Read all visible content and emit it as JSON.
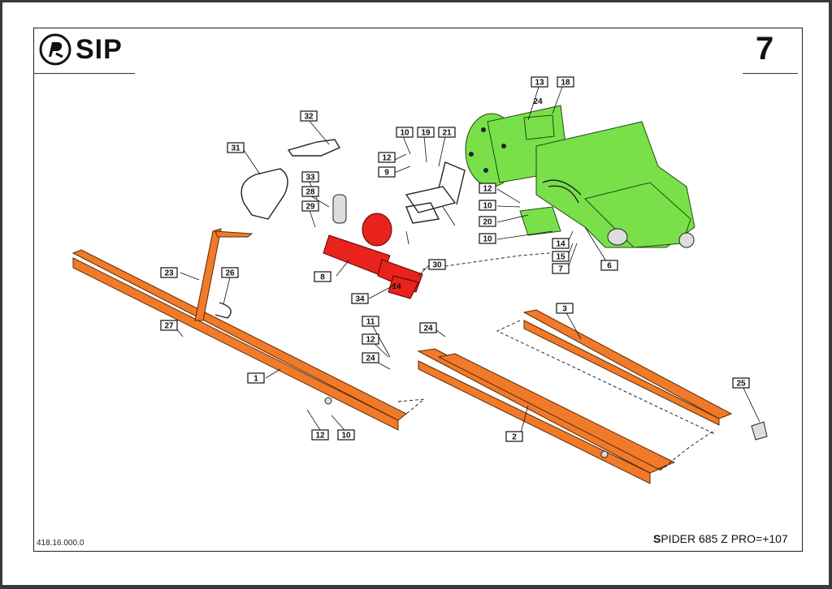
{
  "brand": {
    "name": "SIP"
  },
  "page_number": "7",
  "doc_code": "418.16.000.0",
  "model": {
    "prefix": "S",
    "rest": "PIDER 685 Z PRO=+107"
  },
  "callouts": [
    "13",
    "18",
    "24",
    "32",
    "31",
    "10",
    "19",
    "21",
    "12",
    "9",
    "33",
    "28",
    "29",
    "12",
    "10",
    "20",
    "10",
    "8",
    "14",
    "15",
    "7",
    "6",
    "34",
    "30",
    "23",
    "26",
    "27",
    "1",
    "11",
    "12",
    "24",
    "24",
    "2",
    "3",
    "25",
    "12",
    "10",
    "14"
  ],
  "colors": {
    "frame_parts": "#f07a2a",
    "gearbox": "#79e04a",
    "cylinder": "#e8231c"
  }
}
